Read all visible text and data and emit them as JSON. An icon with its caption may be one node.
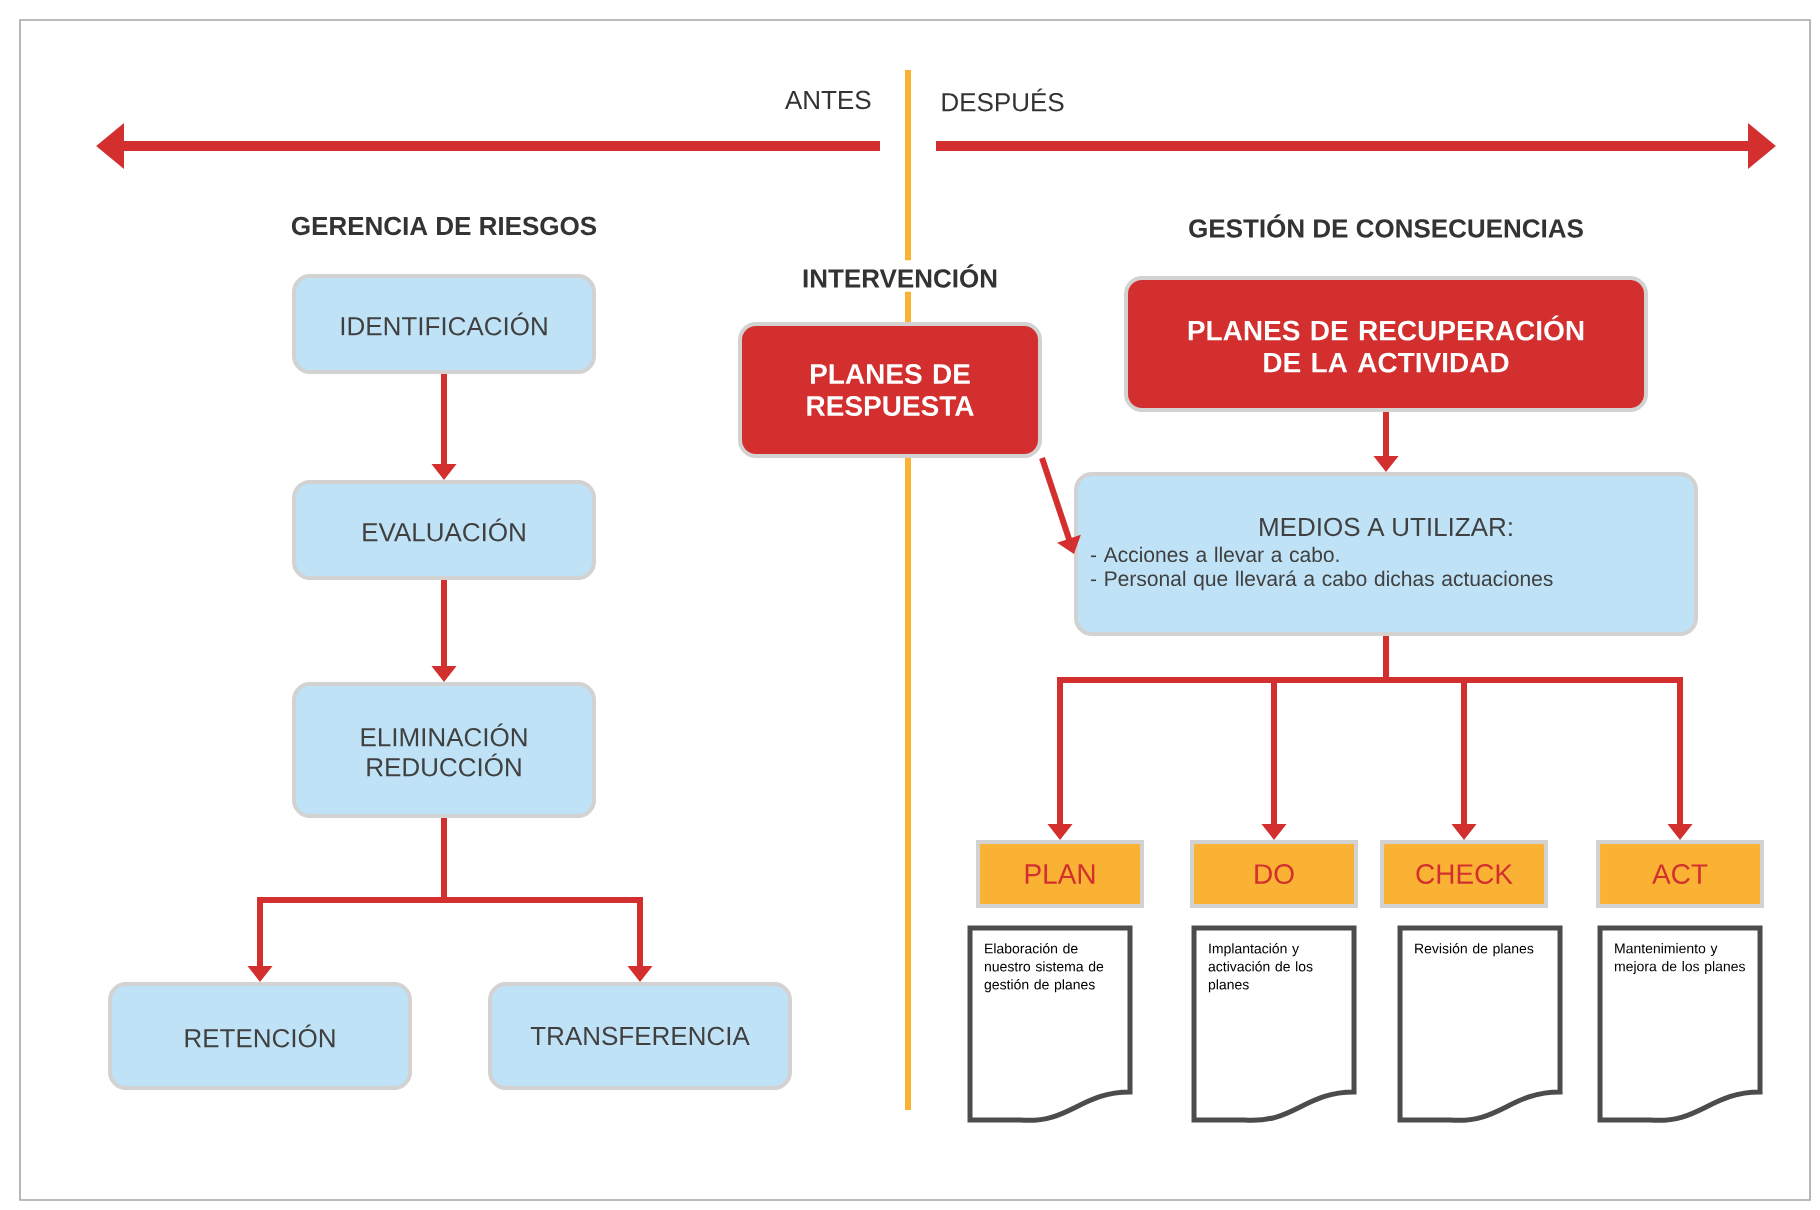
{
  "diagram": {
    "nodes": [
      {
        "text": [
          "IDENTIFICACIÓN"
        ]
      },
      {
        "text": [
          "EVALUACIÓN"
        ]
      },
      {
        "text": [
          "ELIMINACIÓN REDUCCIÓN"
        ]
      },
      {
        "text": [
          "RETENCIÓN"
        ]
      },
      {
        "text": [
          "TRANSFERENCIA"
        ]
      },
      {
        "text": [
          "PLANES DE RESPUESTA"
        ]
      },
      {
        "text": [
          "PLANES DE RECUPERACIÓN DE LA ACTIVIDAD"
        ]
      },
      {
        "text": [
          "MEDIOS  A UTILIZAR:",
          "- Acciones a llevar a cabo.",
          "- Personal que llevará a cabo dichas actuaciones"
        ]
      },
      {
        "text": [
          "PLAN"
        ]
      },
      {
        "text": [
          "DO"
        ]
      },
      {
        "text": [
          "CHECK"
        ]
      },
      {
        "text": [
          "ACT"
        ]
      },
      {
        "text": [
          "Elaboración de nuestro sistema de gestión de planes"
        ]
      },
      {
        "text": [
          "Implantación y activación de los planes"
        ]
      },
      {
        "text": [
          "Revisión de planes"
        ]
      },
      {
        "text": [
          "Mantenimiento y mejora de los planes"
        ]
      }
    ],
    "edges": [
      {
        "from": 0,
        "to": 1,
        "arrow": "to"
      },
      {
        "from": 1,
        "to": 2,
        "arrow": "to"
      },
      {
        "from": 2,
        "to": 3,
        "arrow": "to"
      },
      {
        "from": 2,
        "to": 4,
        "arrow": "to"
      },
      {
        "from": 5,
        "to": 7,
        "arrow": "to"
      },
      {
        "from": 6,
        "to": 7,
        "arrow": "to"
      },
      {
        "from": 7,
        "to": 8,
        "arrow": "to"
      },
      {
        "from": 7,
        "to": 9,
        "arrow": "to"
      },
      {
        "from": 7,
        "to": 10,
        "arrow": "to"
      },
      {
        "from": 7,
        "to": 11,
        "arrow": "to"
      }
    ],
    "labels": [
      "ANTES",
      "DESPUÉS",
      "GERENCIA DE RIESGOS",
      "GESTIÓN DE CONSECUENCIAS",
      "INTERVENCIÓN"
    ]
  }
}
